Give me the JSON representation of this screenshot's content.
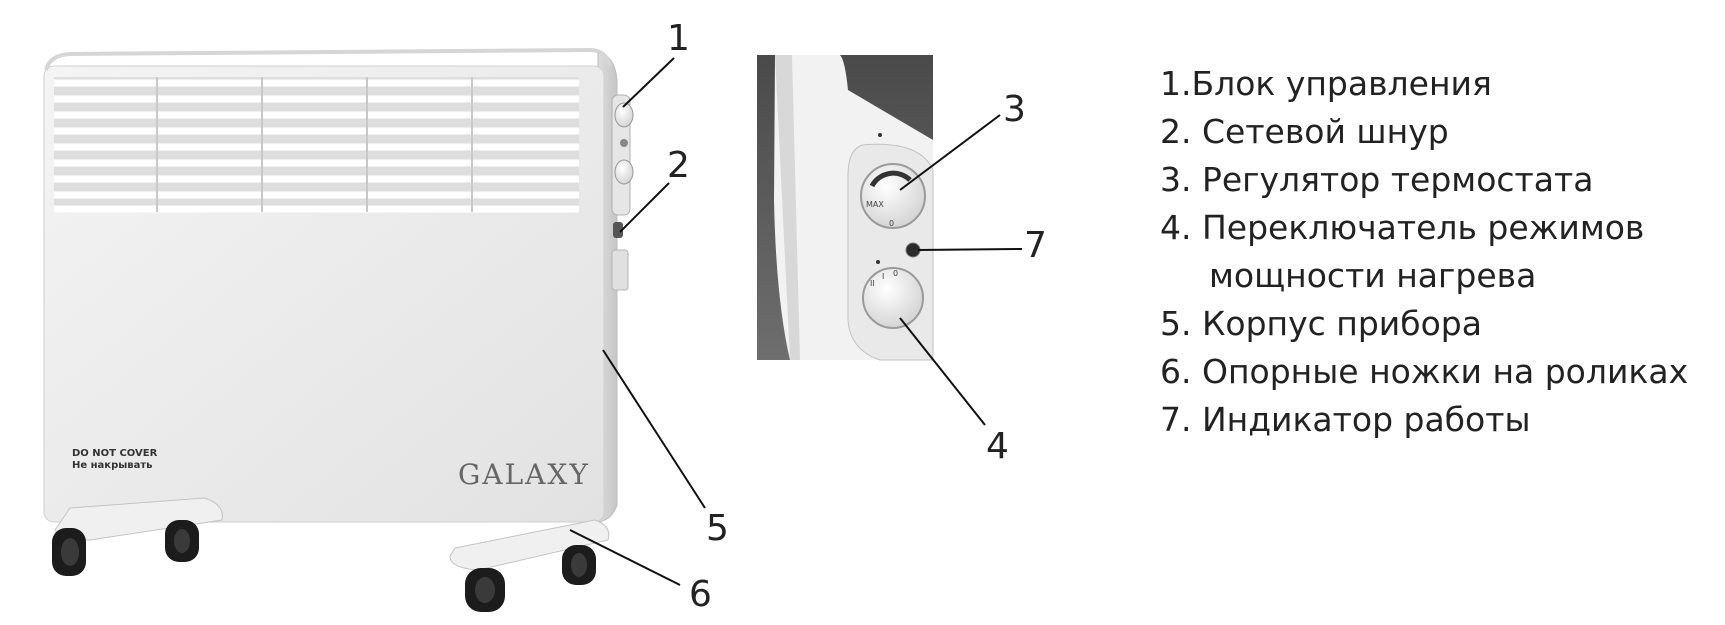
{
  "callouts": {
    "c1": "1",
    "c2": "2",
    "c3": "3",
    "c4": "4",
    "c5": "5",
    "c6": "6",
    "c7": "7"
  },
  "heater": {
    "warning_en": "DO NOT COVER",
    "warning_ru": "Не накрывать",
    "brand": "GALAXY"
  },
  "dials": {
    "thermostat_max": "MAX",
    "thermostat_zero": "0",
    "mode_ii": "II",
    "mode_i": "I",
    "mode_zero": "0"
  },
  "legend": {
    "item1": "1.Блок управления",
    "item2": "2. Сетевой шнур",
    "item3": "3. Регулятор термостата",
    "item4_line1": "4. Переключатель режимов",
    "item4_line2": "мощности нагрева",
    "item5": "5. Корпус прибора",
    "item6": "6. Опорные ножки на роликах",
    "item7": "7. Индикатор работы"
  }
}
